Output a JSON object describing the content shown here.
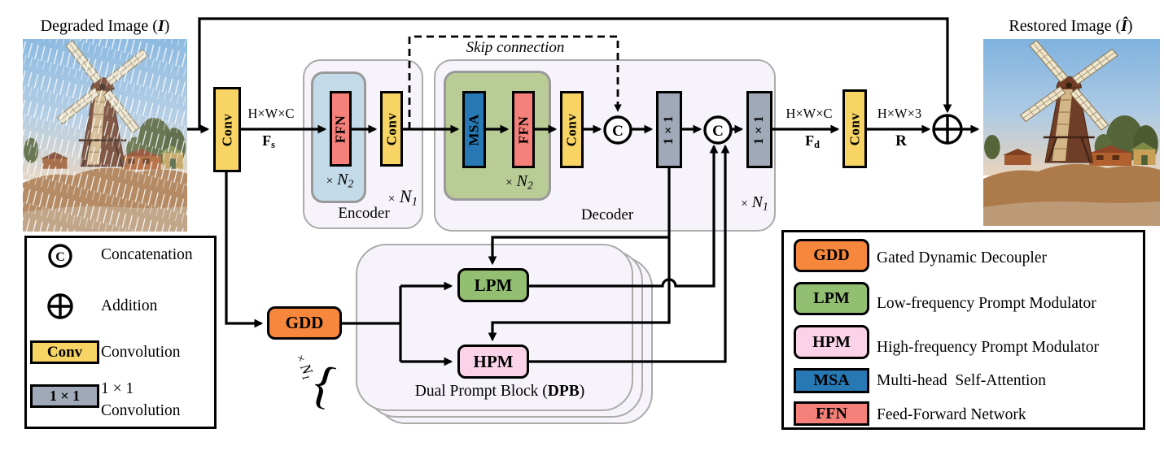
{
  "images": {
    "degraded": {
      "prefix": "Degraded Image (",
      "var": "I",
      "suffix": ")"
    },
    "restored": {
      "prefix": "Restored Image (",
      "var": "Î",
      "suffix": ")"
    }
  },
  "flow": {
    "hwc": "H×W×C",
    "hw3": "H×W×3",
    "fs_base": "F",
    "fs_sub": "s",
    "fd_base": "F",
    "fd_sub": "d",
    "r": "R",
    "skip_label": "Skip connection"
  },
  "blocks": {
    "conv": "Conv",
    "ffn": "FFN",
    "msa": "MSA",
    "one_by_one": "1 × 1",
    "concat": "C",
    "gdd": "GDD",
    "lpm": "LPM",
    "hpm": "HPM"
  },
  "sections": {
    "encoder": "Encoder",
    "decoder": "Decoder",
    "dpb_prefix": "Dual Prompt Block (",
    "dpb_bold": "DPB",
    "dpb_suffix": ")",
    "brace": "{"
  },
  "multipliers": {
    "times": "×",
    "n": "N",
    "one": "1",
    "two": "2"
  },
  "legend_left": {
    "concat_symbol": "C",
    "concatenation": "Concatenation",
    "addition": "Addition",
    "conv_chip": "Conv",
    "convolution": "Convolution",
    "one_chip": "1 × 1",
    "one_text": "1 × 1",
    "one_text2": "Convolution"
  },
  "legend_right": {
    "rows": [
      {
        "chip": "GDD",
        "desc": "Gated Dynamic Decoupler"
      },
      {
        "chip": "LPM",
        "desc": "Low-frequency Prompt Modulator"
      },
      {
        "chip": "HPM",
        "desc": "High-frequency Prompt Modulator"
      },
      {
        "chip": "MSA",
        "desc": "Multi-head  Self-Attention"
      },
      {
        "chip": "FFN",
        "desc": "Feed-Forward Network"
      }
    ]
  },
  "colors": {
    "yellow": "#F8D464",
    "gray": "#9FA9B7",
    "orange": "#F6873C",
    "green": "#93BF72",
    "pink": "#FAD3E8",
    "blue": "#2878B4",
    "salmon": "#F5817A",
    "enc_inner": "#C3DBE8",
    "dec_inner": "#B9CC96",
    "panel": "#F6F3FB",
    "panel_border": "#ABABAB"
  }
}
